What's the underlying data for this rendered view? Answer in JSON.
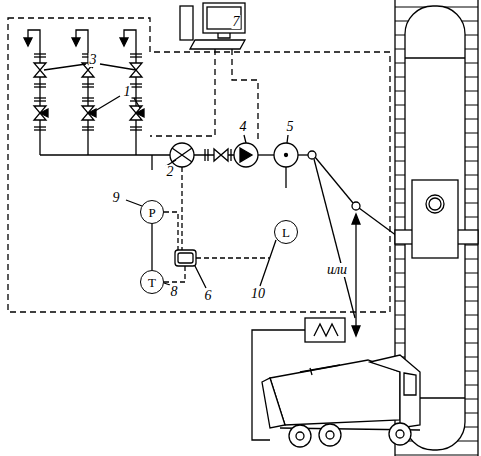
{
  "diagram": {
    "nodes": [
      {
        "text": [
          "P"
        ]
      },
      {
        "text": [
          "T"
        ]
      },
      {
        "text": [
          "L"
        ]
      }
    ],
    "edges": [
      {
        "from": 0,
        "to": 1,
        "arrow": "none"
      }
    ],
    "labels": [
      "7",
      "3",
      "1",
      "4",
      "5",
      "2",
      "9",
      "8",
      "6",
      "10",
      "или"
    ]
  }
}
